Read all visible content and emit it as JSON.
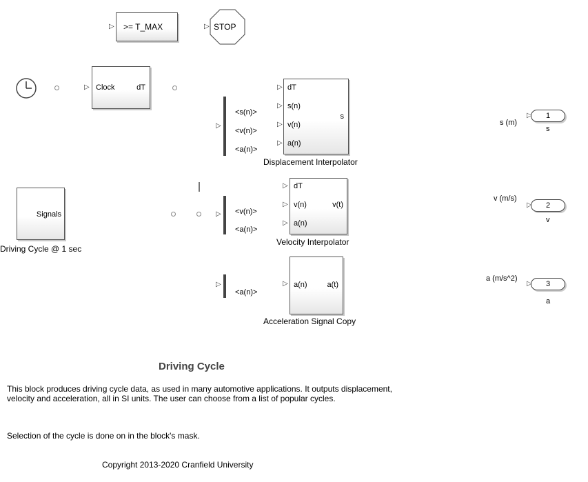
{
  "blocks": {
    "compare": {
      "label": ">= T_MAX"
    },
    "stop": {
      "label": "STOP"
    },
    "clock_sub": {
      "in_port": "Clock",
      "out_port": "dT"
    },
    "signals": {
      "out_port": "Signals",
      "name": "Driving Cycle @ 1 sec"
    },
    "disp": {
      "ports_in": [
        "dT",
        "s(n)",
        "v(n)",
        "a(n)"
      ],
      "port_out": "s",
      "name": "Displacement Interpolator"
    },
    "vel": {
      "ports_in": [
        "dT",
        "v(n)",
        "a(n)"
      ],
      "port_out": "v(t)",
      "name": "Velocity Interpolator"
    },
    "acc": {
      "port_in": "a(n)",
      "port_out": "a(t)",
      "name": "Acceleration Signal Copy"
    }
  },
  "bus_selectors": {
    "bs1": [
      "<s(n)>",
      "<v(n)>",
      "<a(n)>"
    ],
    "bs2": [
      "<v(n)>",
      "<a(n)>"
    ],
    "bs3": [
      "<a(n)>"
    ]
  },
  "outputs": [
    {
      "signal": "s (m)",
      "number": "1",
      "name": "s"
    },
    {
      "signal": "v (m/s)",
      "number": "2",
      "name": "v"
    },
    {
      "signal": "a (m/s^2)",
      "number": "3",
      "name": "a"
    }
  ],
  "annotation": {
    "title": "Driving Cycle",
    "para1": "This block produces driving cycle data, as used in many automotive applications.  It outputs displacement, velocity and acceleration, all in SI units.  The user can choose from a list of popular cycles.",
    "para2": "Selection of the cycle is done on in the block's mask.",
    "copyright": "Copyright 2013-2020 Cranfield University"
  }
}
